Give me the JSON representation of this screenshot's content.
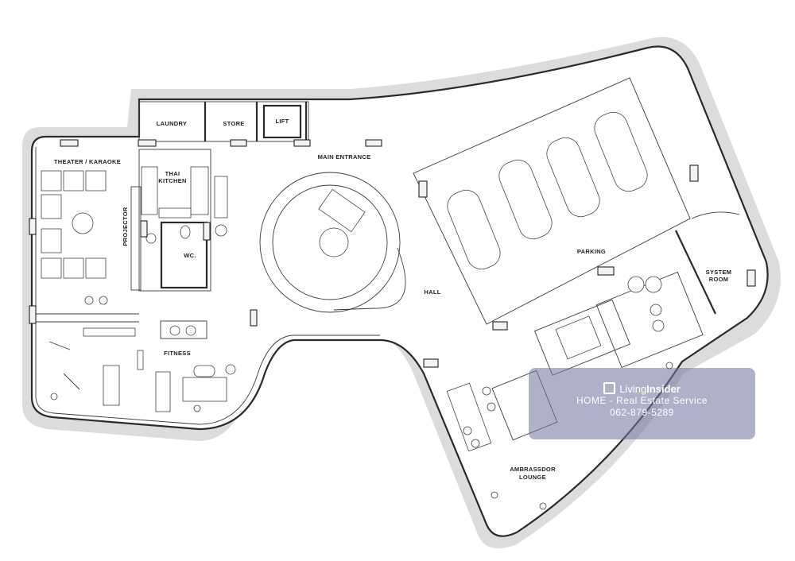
{
  "rooms": {
    "laundry": "LAUNDRY",
    "store": "STORE",
    "lift": "LIFT",
    "main_entrance": "MAIN ENTRANCE",
    "theater": "THEATER / KARAOKE",
    "thai_kitchen_1": "THAI",
    "thai_kitchen_2": "KITCHEN",
    "projector": "PROJECTOR",
    "wc": "WC.",
    "hall": "HALL",
    "parking": "PARKING",
    "system_room_1": "SYSTEM",
    "system_room_2": "ROOM",
    "fitness": "FITNESS",
    "ambassador_1": "AMBRASSDOR",
    "ambassador_2": "LOUNGE"
  },
  "watermark": {
    "brand_a": "Living",
    "brand_b": "Insider",
    "line2": "HOME - Real Estate Service",
    "line3": "062-879-5289"
  },
  "colors": {
    "outer_shadow": "#d9d9d9",
    "wall": "#2b2b2b",
    "watermark_bg": "#7678a0"
  }
}
